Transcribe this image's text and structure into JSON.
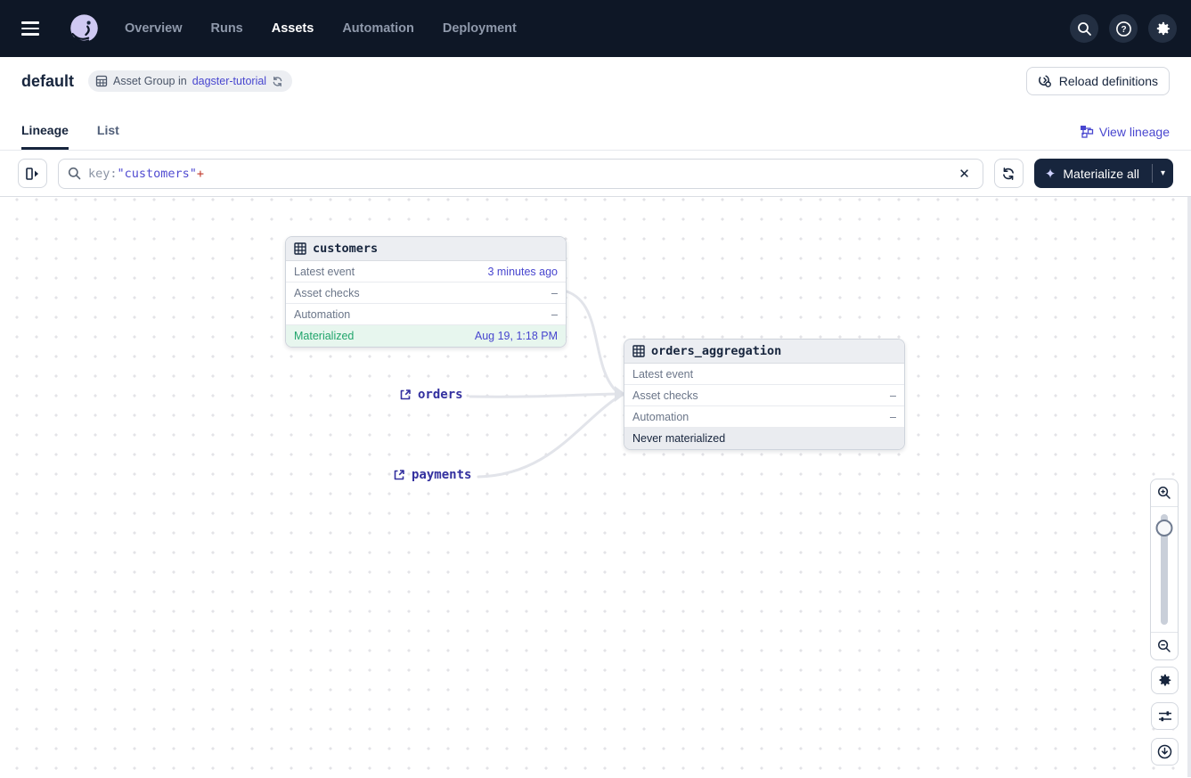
{
  "nav": {
    "items": [
      {
        "label": "Overview"
      },
      {
        "label": "Runs"
      },
      {
        "label": "Assets"
      },
      {
        "label": "Automation"
      },
      {
        "label": "Deployment"
      }
    ],
    "active": "Assets"
  },
  "header": {
    "title": "default",
    "badge": {
      "prefix": "Asset Group in",
      "link": "dagster-tutorial"
    },
    "reload_button": "Reload definitions"
  },
  "tabs": {
    "lineage": "Lineage",
    "list": "List",
    "view_lineage": "View lineage"
  },
  "toolbar": {
    "search_value": {
      "key": "key:",
      "quoted": "\"customers\"",
      "op": "+"
    },
    "materialize_label": "Materialize all",
    "icons": {
      "clear": "✕",
      "caret": "▾",
      "sparkle": "✦"
    }
  },
  "graph": {
    "nodes": [
      {
        "name": "customers",
        "rows": [
          {
            "label": "Latest event",
            "value": "3 minutes ago"
          },
          {
            "label": "Asset checks",
            "value": "–"
          },
          {
            "label": "Automation",
            "value": "–"
          },
          {
            "label": "Materialized",
            "value": "Aug 19, 1:18 PM"
          }
        ]
      },
      {
        "name": "orders_aggregation",
        "rows": [
          {
            "label": "Latest event",
            "value": ""
          },
          {
            "label": "Asset checks",
            "value": "–"
          },
          {
            "label": "Automation",
            "value": "–"
          },
          {
            "label": "Never materialized",
            "value": ""
          }
        ]
      }
    ],
    "external_links": [
      {
        "label": "orders"
      },
      {
        "label": "payments"
      }
    ]
  },
  "colors": {
    "nav_bg": "#0e1726",
    "link": "#4846cf",
    "materialized_green": "#20a56b",
    "op_red": "#c0392b"
  }
}
